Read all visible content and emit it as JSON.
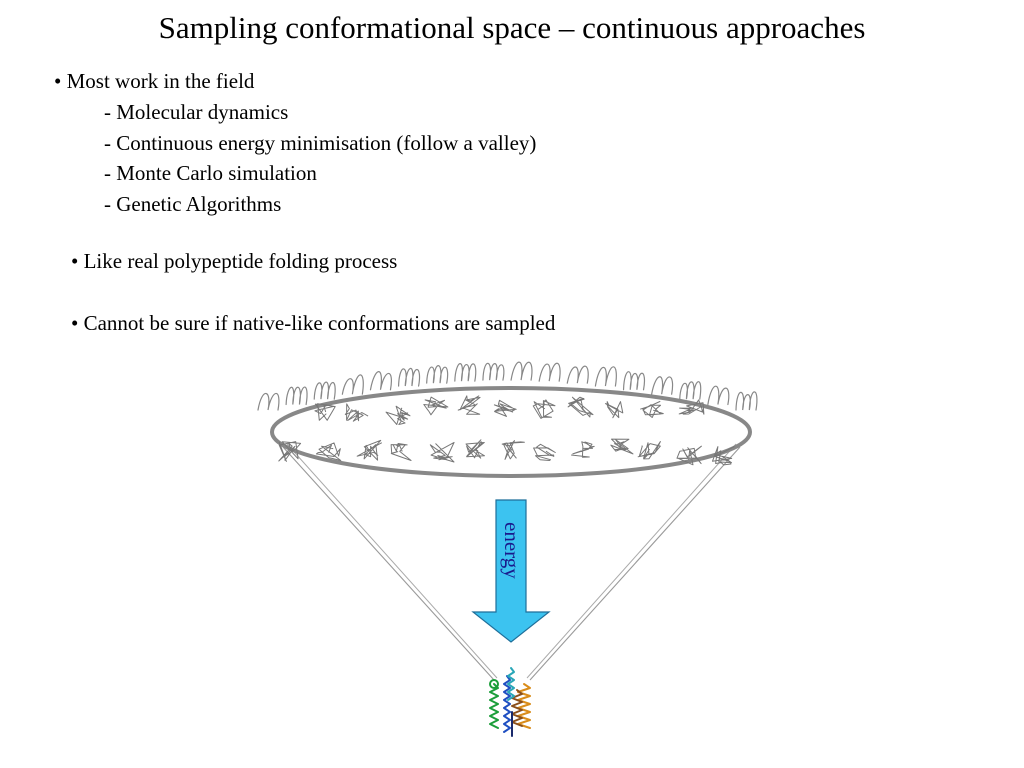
{
  "title": "Sampling conformational space – continuous approaches",
  "bullets": [
    {
      "text": "• Most work in the field",
      "subitems": [
        "- Molecular dynamics",
        "- Continuous energy minimisation (follow a valley)",
        "- Monte Carlo simulation",
        "- Genetic Algorithms"
      ]
    },
    {
      "text": "• Like real polypeptide folding process"
    },
    {
      "text": "• Cannot be sure if native-like conformations are sampled"
    }
  ],
  "diagram": {
    "arrow_label": "energy",
    "colors": {
      "arrow_fill": "#3cc3f0",
      "arrow_stroke": "#1f6f9a",
      "arrow_text": "#1a1a8c",
      "ellipse_stroke": "#888888",
      "cone_lines": "#999999",
      "squiggle": "#888888",
      "conformation": "#777777",
      "native_colors": [
        "#1b9e3a",
        "#d98c1a",
        "#1f4fc2",
        "#8a4f1c",
        "#2aa7b8",
        "#c0392b"
      ]
    }
  }
}
